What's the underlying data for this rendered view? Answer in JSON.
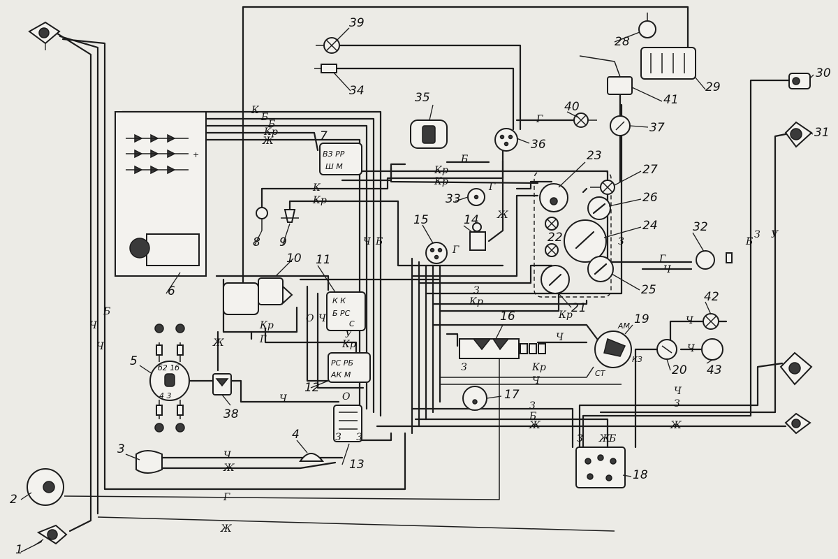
{
  "components": [
    "1",
    "2",
    "3",
    "4",
    "5",
    "6",
    "7",
    "8",
    "9",
    "10",
    "11",
    "12",
    "13",
    "14",
    "15",
    "16",
    "17",
    "18",
    "19",
    "20",
    "21",
    "22",
    "23",
    "24",
    "25",
    "26",
    "27",
    "28",
    "29",
    "30",
    "31",
    "32",
    "33",
    "34",
    "35",
    "36",
    "37",
    "38",
    "39",
    "40",
    "41",
    "42",
    "43"
  ],
  "wire_labels": {
    "k": "К",
    "b": "Б",
    "kr": "Кр",
    "zh": "Ж",
    "ch": "Ч",
    "g": "Г",
    "o": "О",
    "z": "З",
    "u": "У"
  },
  "terminals": {
    "rr_top": "ВЗ РР",
    "rr_bottom": "Ш М",
    "rs_top": "К  К",
    "rs_mid": "Б РС",
    "rs_bot": "С",
    "rb_top": "РС РБ",
    "rb_bot": "АК М",
    "am": "АМ",
    "kz": "КЗ",
    "st": "СТ",
    "g5_top": "б2   1б",
    "g5_bot": "4  3"
  }
}
